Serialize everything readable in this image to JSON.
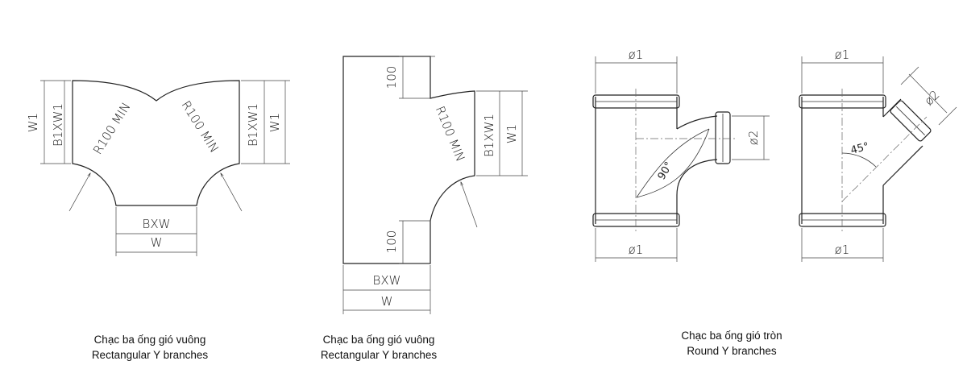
{
  "dims": {
    "w1": "W1",
    "b1xw1": "B1XW1",
    "bxw": "BXW",
    "w": "W",
    "r100": "R100 MIN",
    "d100": "100",
    "phi1": "ø1",
    "phi2": "ø2",
    "angle90": "90°",
    "angle45": "45°"
  },
  "captions": {
    "fig1": {
      "vi": "Chạc ba ống gió vuông",
      "en": "Rectangular Y branches"
    },
    "fig2": {
      "vi": "Chạc ba ống gió vuông",
      "en": "Rectangular Y branches"
    },
    "fig3": {
      "vi": "Chạc ba ống gió tròn",
      "en": "Round Y branches"
    }
  }
}
